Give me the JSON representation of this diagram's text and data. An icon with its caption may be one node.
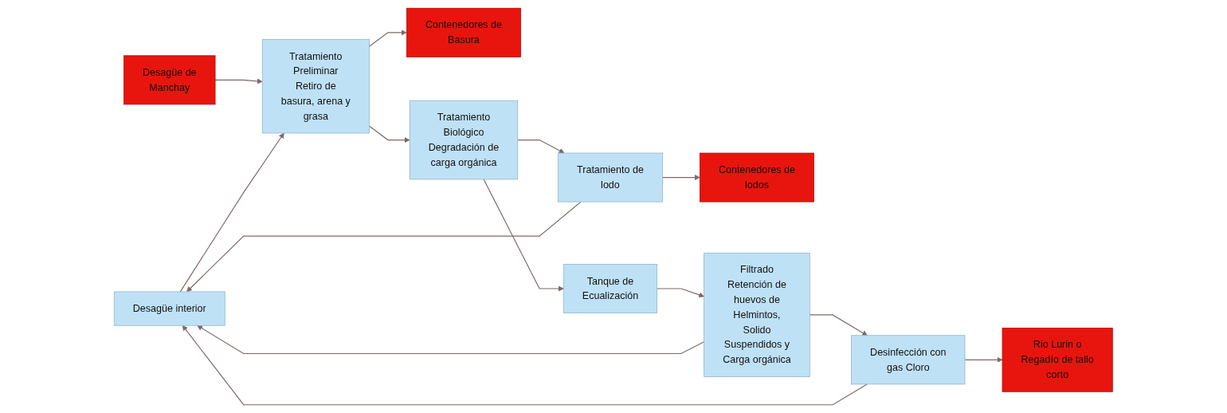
{
  "diagram": {
    "nodes": [
      {
        "text": [
          "Desagüe de Manchay"
        ]
      },
      {
        "text": [
          "Tratamiento Preliminar Retiro de basura, arena y grasa"
        ]
      },
      {
        "text": [
          "Contenedores de Basura"
        ]
      },
      {
        "text": [
          "Contenedores de lodos"
        ]
      },
      {
        "text": [
          "Tratamiento de lodo"
        ]
      },
      {
        "text": [
          "Tratamiento Biológico Degradación de carga orgánica"
        ]
      },
      {
        "text": [
          "Tanque de Ecualización"
        ]
      },
      {
        "text": [
          "Filtrado Retención de huevos de Helmintos, Solido Suspendidos y Carga orgánica"
        ]
      },
      {
        "text": [
          "Desinfección con gas Cloro"
        ]
      },
      {
        "text": [
          "Desagüe interior"
        ]
      },
      {
        "text": [
          "Rio Lurin o Regadío de tallo corto"
        ]
      }
    ],
    "edges": [
      {
        "from": 0,
        "to": 1,
        "arrow": "to"
      },
      {
        "from": 1,
        "to": 2,
        "arrow": "to"
      },
      {
        "from": 1,
        "to": 5,
        "arrow": "to"
      },
      {
        "from": 5,
        "to": 4,
        "arrow": "to"
      },
      {
        "from": 4,
        "to": 3,
        "arrow": "to"
      },
      {
        "from": 5,
        "to": 6,
        "arrow": "to"
      },
      {
        "from": 6,
        "to": 7,
        "arrow": "to"
      },
      {
        "from": 7,
        "to": 8,
        "arrow": "to"
      },
      {
        "from": 8,
        "to": 10,
        "arrow": "to"
      },
      {
        "from": 7,
        "to": 9,
        "arrow": "to"
      },
      {
        "from": 8,
        "to": 9,
        "arrow": "to"
      },
      {
        "from": 4,
        "to": 9,
        "arrow": "to"
      },
      {
        "from": 9,
        "to": 1,
        "arrow": "to"
      }
    ]
  }
}
